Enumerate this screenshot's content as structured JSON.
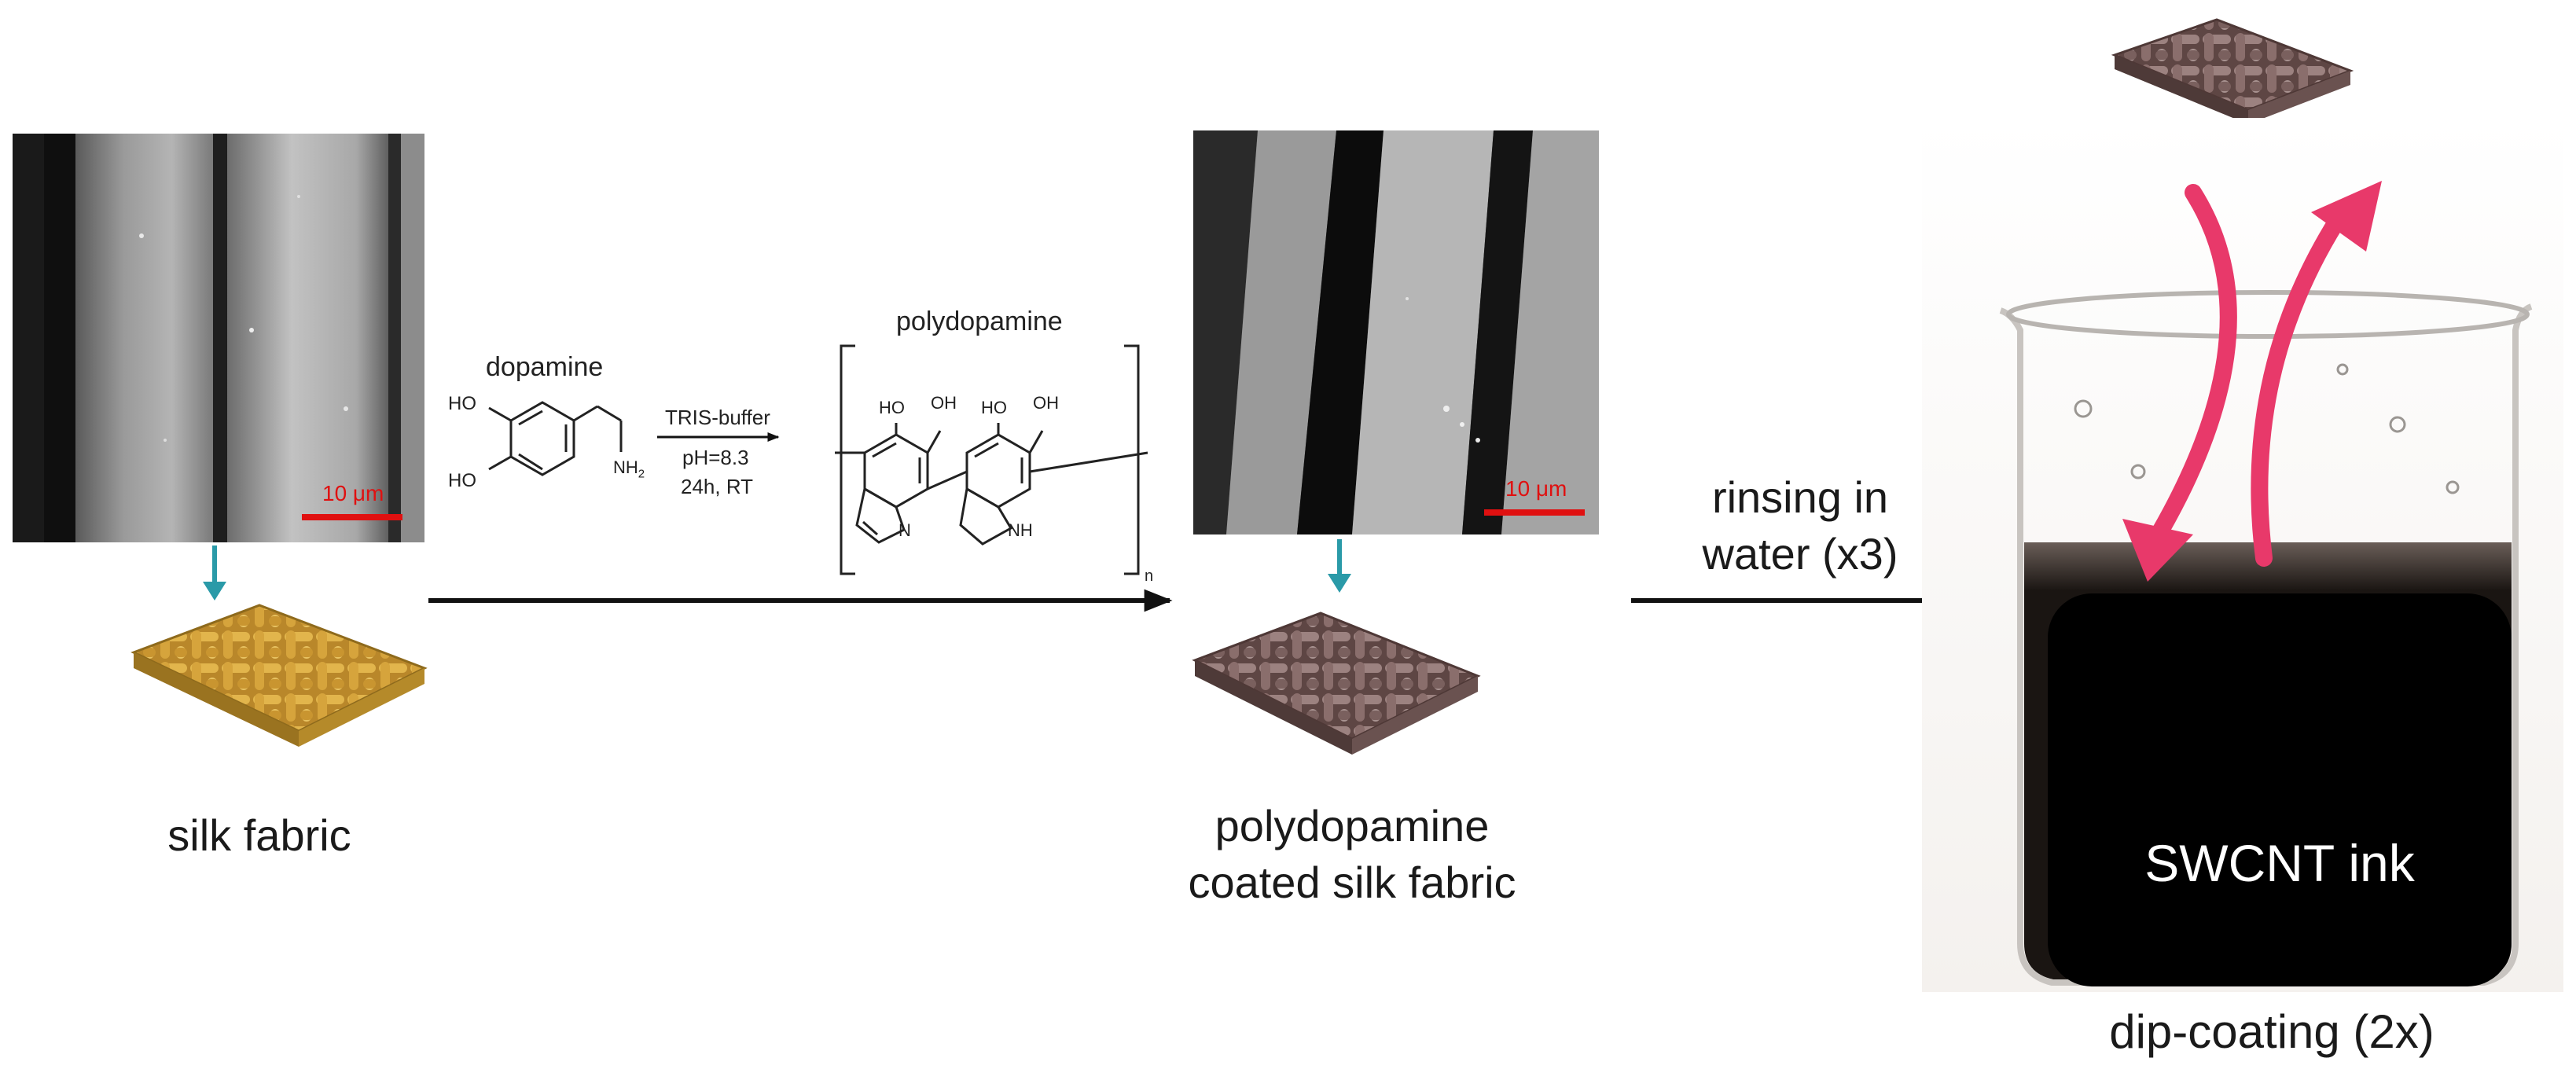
{
  "sem_left": {
    "scale_label": "10 μm"
  },
  "sem_right": {
    "scale_label": "10 μm"
  },
  "labels": {
    "silk_fabric": "silk fabric",
    "pda_line1": "polydopamine",
    "pda_line2": "coated silk fabric",
    "rinse_line1": "rinsing in",
    "rinse_line2": "water (x3)",
    "ink": "SWCNT ink",
    "dip": "dip-coating (2x)"
  },
  "chem": {
    "dopamine": "dopamine",
    "polydopamine": "polydopamine",
    "cond1": "TRIS-buffer",
    "cond2": "pH=8.3",
    "cond3": "24h, RT",
    "ho1": "HO",
    "ho2": "HO",
    "nh2": "NH",
    "nh2_sub": "2",
    "p_ho1": "HO",
    "p_oh1": "OH",
    "p_ho2": "HO",
    "p_oh2": "OH",
    "p_n": "N",
    "p_nh": "NH",
    "p_sub_n": "n"
  },
  "colors": {
    "silk": "#c99a2e",
    "pda_fabric": "#8a6e6c",
    "arrow_teal": "#2a9aa8",
    "scale_red": "#e01010",
    "dip_arrow": "#e8396a",
    "ink": "#000000"
  }
}
